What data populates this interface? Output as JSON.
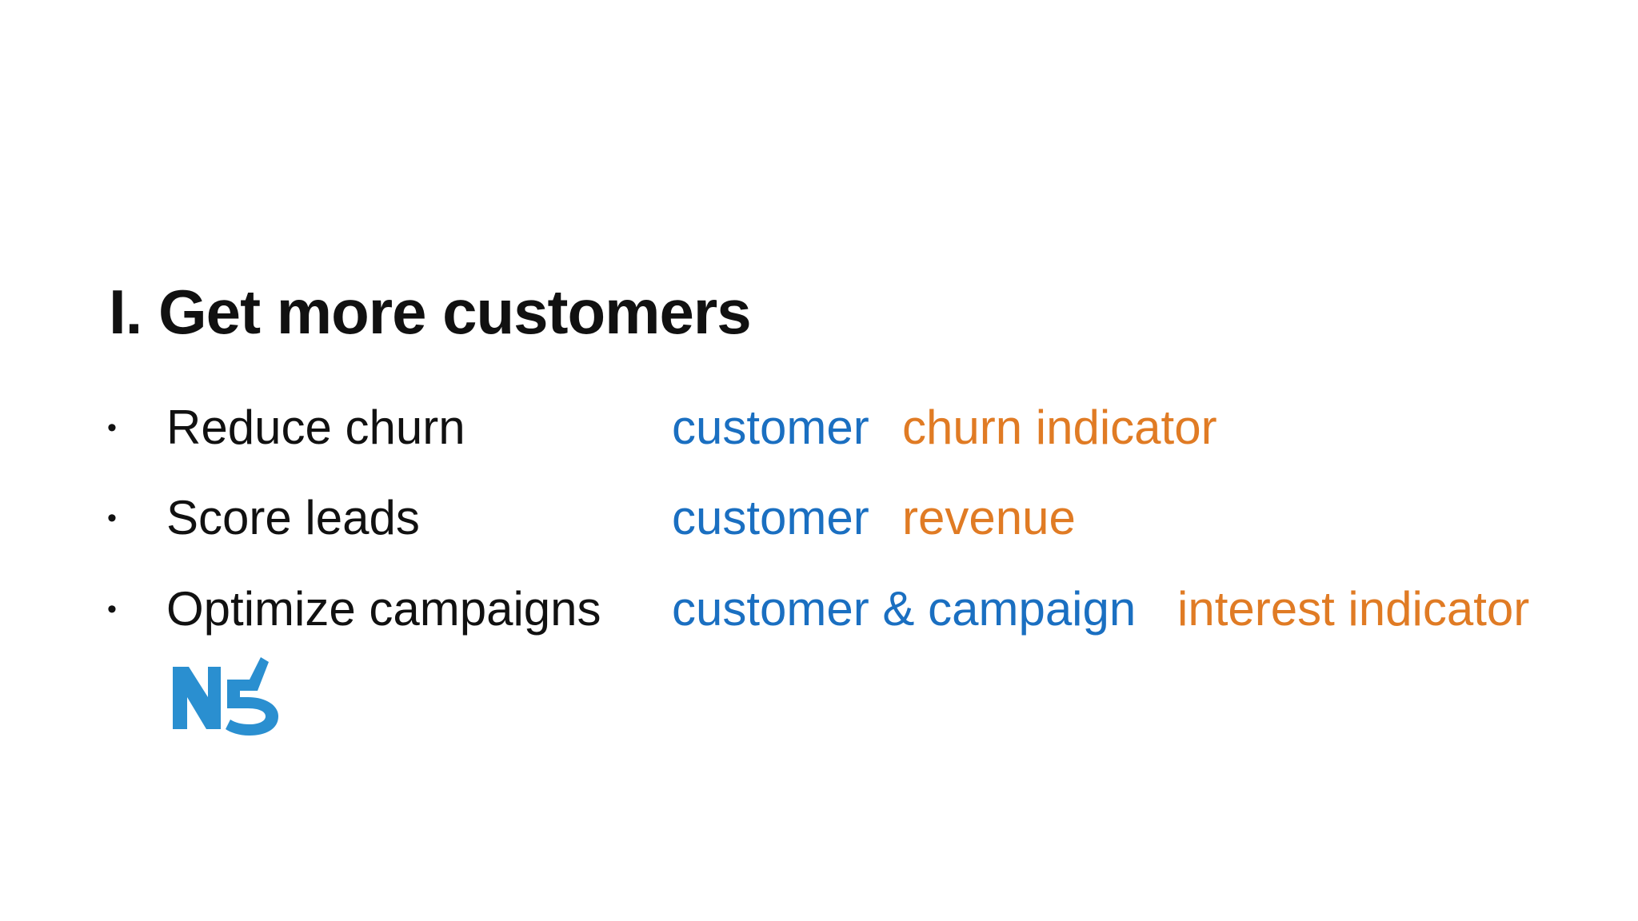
{
  "slide": {
    "title": "I. Get more customers",
    "colors": {
      "text": "#111111",
      "entity": "#1a6fc1",
      "target": "#e07b24",
      "logo": "#2a8fd0"
    },
    "logo_icon": "n5-logo",
    "rows": [
      {
        "bullet": "•",
        "label": "Reduce churn",
        "entity": "customer",
        "target": "churn indicator"
      },
      {
        "bullet": "•",
        "label": "Score leads",
        "entity": "customer",
        "target": "revenue"
      },
      {
        "bullet": "•",
        "label": "Optimize campaigns",
        "entity": "customer & campaign",
        "target": "interest indicator"
      }
    ]
  }
}
